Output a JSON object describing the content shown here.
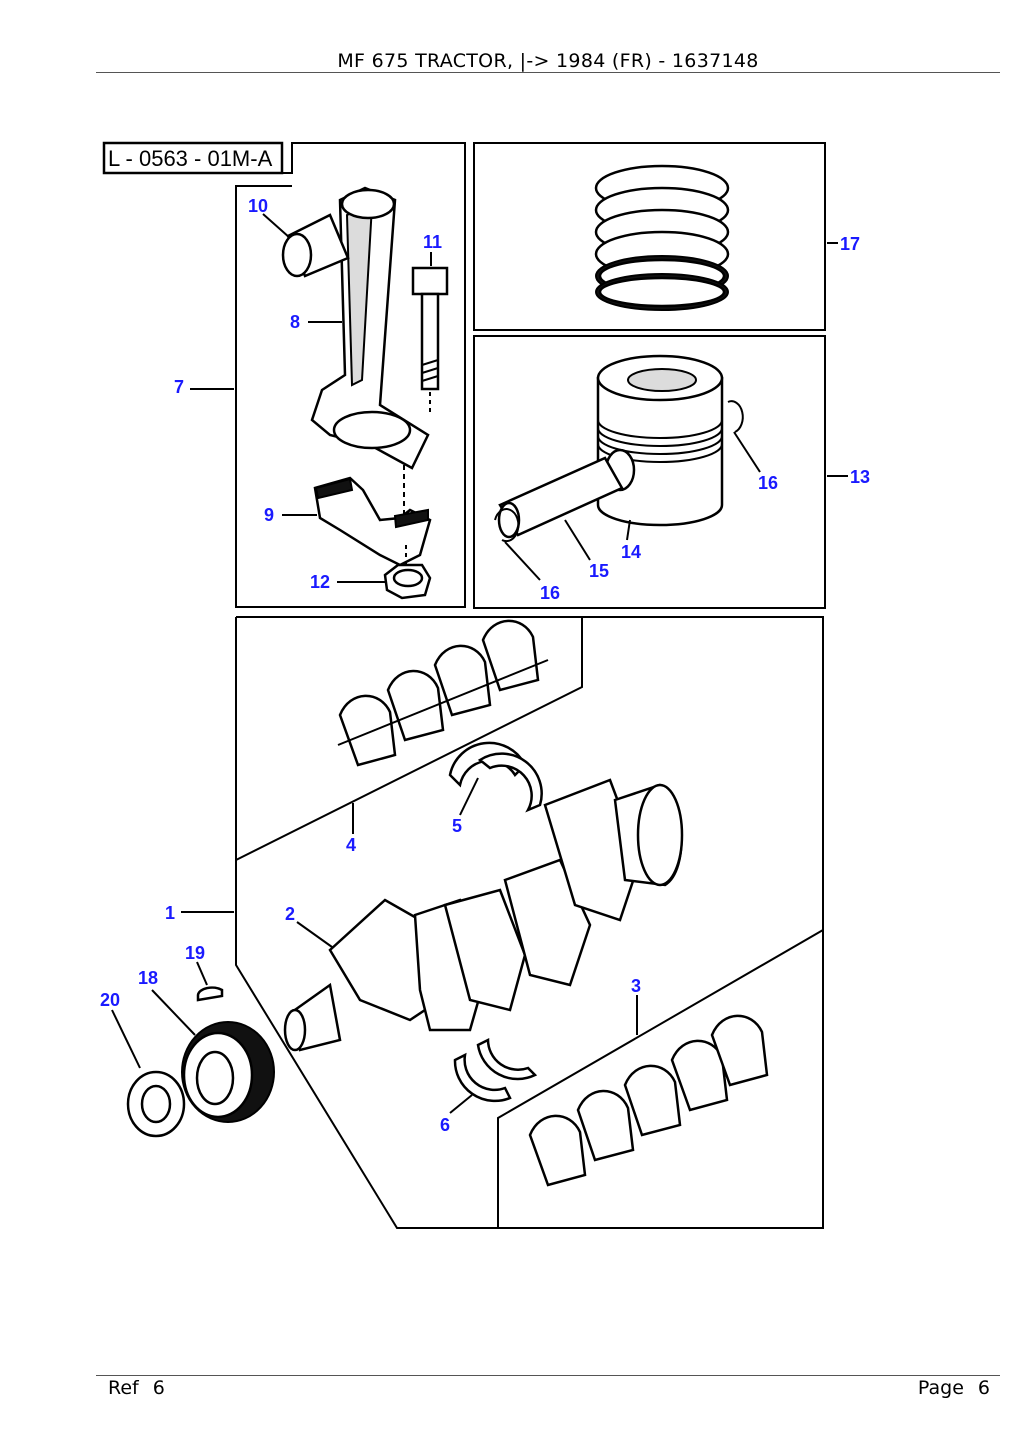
{
  "header": {
    "title": "MF 675 TRACTOR, |-> 1984 (FR) - 1637148"
  },
  "diagram": {
    "reference_code": "L - 0563 - 01M-A",
    "callouts": {
      "c1": "1",
      "c2": "2",
      "c3": "3",
      "c4": "4",
      "c5": "5",
      "c6": "6",
      "c7": "7",
      "c8": "8",
      "c9": "9",
      "c10": "10",
      "c11": "11",
      "c12": "12",
      "c13": "13",
      "c14": "14",
      "c15": "15",
      "c16a": "16",
      "c16b": "16",
      "c17": "17",
      "c18": "18",
      "c19": "19",
      "c20": "20"
    }
  },
  "footer": {
    "ref_label": "Ref",
    "ref_value": "6",
    "page_label": "Page",
    "page_value": "6"
  }
}
